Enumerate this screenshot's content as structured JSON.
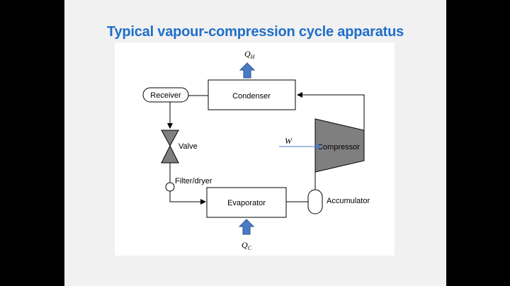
{
  "slide": {
    "title": "Typical vapour-compression cycle apparatus"
  },
  "diagram": {
    "heat_out": {
      "symbol": "Q",
      "subscript": "H"
    },
    "heat_in": {
      "symbol": "Q",
      "subscript": "C"
    },
    "work": {
      "symbol": "W"
    },
    "components": {
      "receiver": "Receiver",
      "condenser": "Condenser",
      "valve": "Valve",
      "compressor": "Compressor",
      "filter_dryer": "Filter/dryer",
      "evaporator": "Evaporator",
      "accumulator": "Accumulator"
    },
    "colors": {
      "arrow_fill": "#4a7cc4",
      "arrow_stroke": "#2f5597",
      "component_fill": "#7f7f7f",
      "title": "#1f6fc8"
    }
  }
}
